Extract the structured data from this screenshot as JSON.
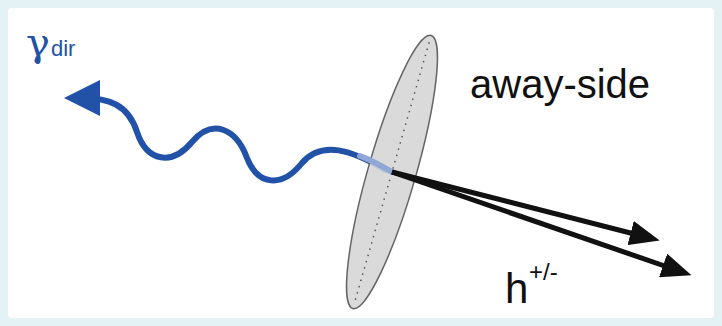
{
  "diagram": {
    "labels": [
      "γ",
      "dir",
      "away-side",
      "h",
      "+/-"
    ]
  }
}
